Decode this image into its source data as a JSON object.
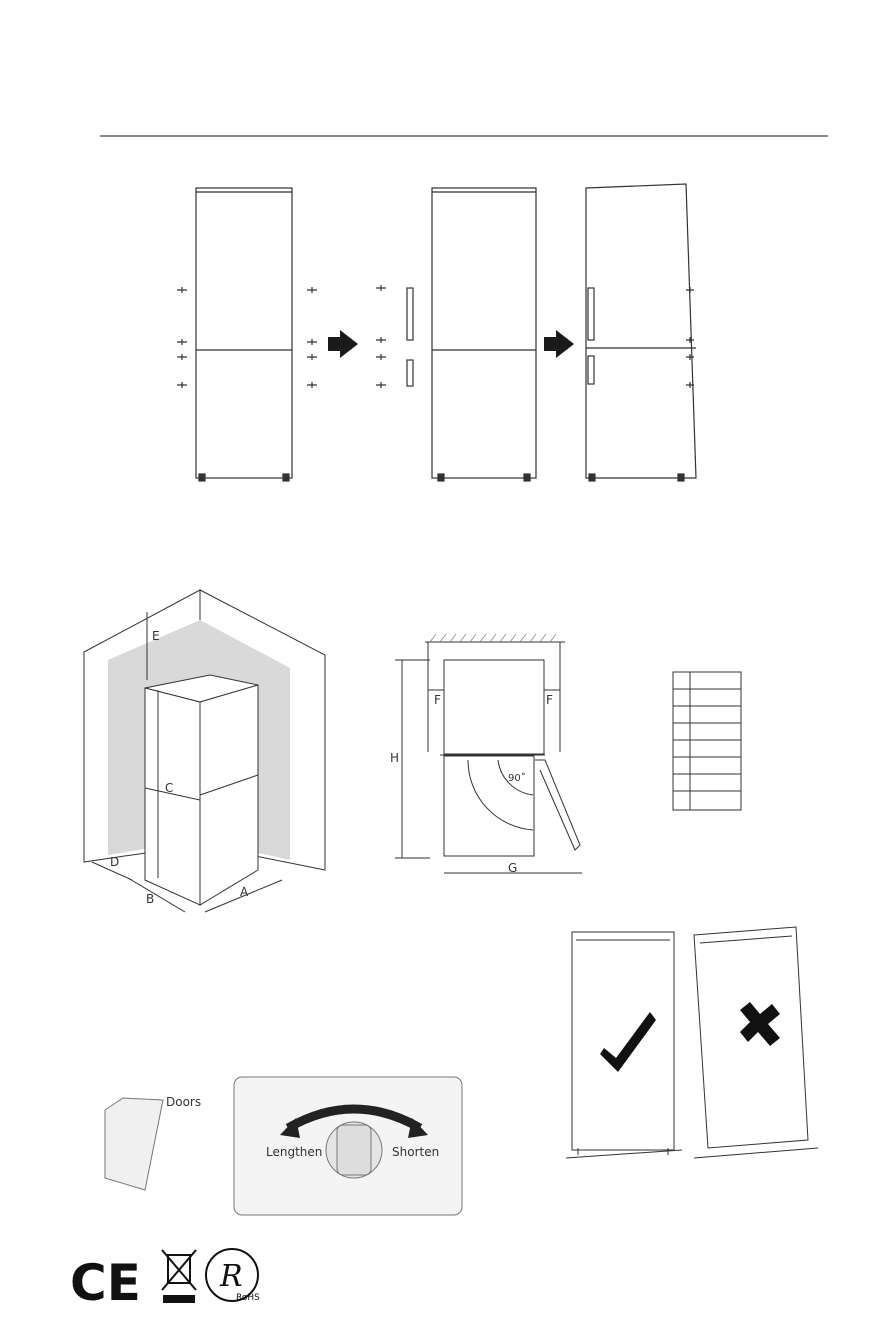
{
  "dimensions": {
    "labels": {
      "a": "A",
      "b": "B",
      "c": "C",
      "d": "D",
      "e": "E",
      "f": "F",
      "g": "G",
      "h": "H"
    },
    "angle": "90˚",
    "spec_table_rows": 8
  },
  "leveling": {
    "doors_label": "Doors",
    "lengthen_label": "Lengthen",
    "shorten_label": "Shorten"
  },
  "marks": {
    "ce": "CE",
    "rohs": "RoHS"
  },
  "colors": {
    "line": "#333333",
    "shade": "#d9d9d9",
    "arrow": "#1a1a1a"
  }
}
